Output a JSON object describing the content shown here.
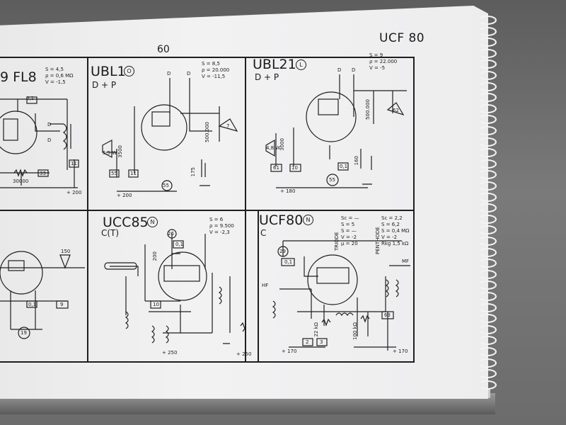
{
  "book": {
    "running_head": "UCF 80",
    "page_number": "60"
  },
  "panels": [
    {
      "id": "19fl8",
      "name": "9 FL8",
      "params": [
        "S = 4,5",
        "ρ = 0,6 MΩ",
        "V = -1,5"
      ],
      "labels": [
        "0,1",
        "D",
        "D",
        "11",
        "33",
        "30000",
        "+ 200"
      ]
    },
    {
      "id": "ubl1",
      "name": "UBL1",
      "badge": "O",
      "subtitle": "D + P",
      "params": [
        "S = 8,5",
        "ρ = 20.000",
        "V = -11,5"
      ],
      "labels": [
        "D",
        "D",
        "5,5 W",
        "3500",
        "500.000",
        "175",
        "55",
        "11",
        "55",
        "7",
        "+ 200"
      ]
    },
    {
      "id": "ubl21",
      "name": "UBL21",
      "badge": "L",
      "subtitle": "D + P",
      "params": [
        "S = 9",
        "ρ = 22.000",
        "V = -5"
      ],
      "labels": [
        "D",
        "D",
        "4,8 W",
        "3000",
        "500.000",
        "160",
        "61",
        "10",
        "0,1",
        "55",
        "62",
        "+ 180"
      ]
    },
    {
      "id": "left-bottom",
      "labels": [
        "150",
        "0,1",
        "9",
        "19"
      ]
    },
    {
      "id": "ucc85",
      "name": "UCC85",
      "badge": "N",
      "subtitle": "C(T)",
      "params": [
        "S = 6",
        "ρ = 9.500",
        "V = -2,3"
      ],
      "labels": [
        "26",
        "0,1",
        "200",
        "10",
        "+ 250",
        "+ 250"
      ]
    },
    {
      "id": "ucf80",
      "name": "UCF80",
      "badge": "N",
      "subtitle": "C",
      "triode_label": "TRIODE",
      "pentode_label": "PENTHODE",
      "triode_params": [
        "Sc = —",
        "S = 5",
        "S = —",
        "V = -2",
        "μ = 20"
      ],
      "pentode_params": [
        "Sc = 2,2",
        "S = 6,2",
        "S = 0,4 MΩ",
        "V = -2",
        "Rkg 1,5 kΩ"
      ],
      "labels": [
        "29",
        "0,1",
        "HF",
        "MF",
        "22 kΩ",
        "100 kΩ",
        "63",
        "2",
        "3",
        "+ 170",
        "+ 170"
      ]
    }
  ],
  "colors": {
    "ink": "#1e1e1e",
    "paper": "#f0f0f1",
    "table": "#6f6f6f"
  }
}
